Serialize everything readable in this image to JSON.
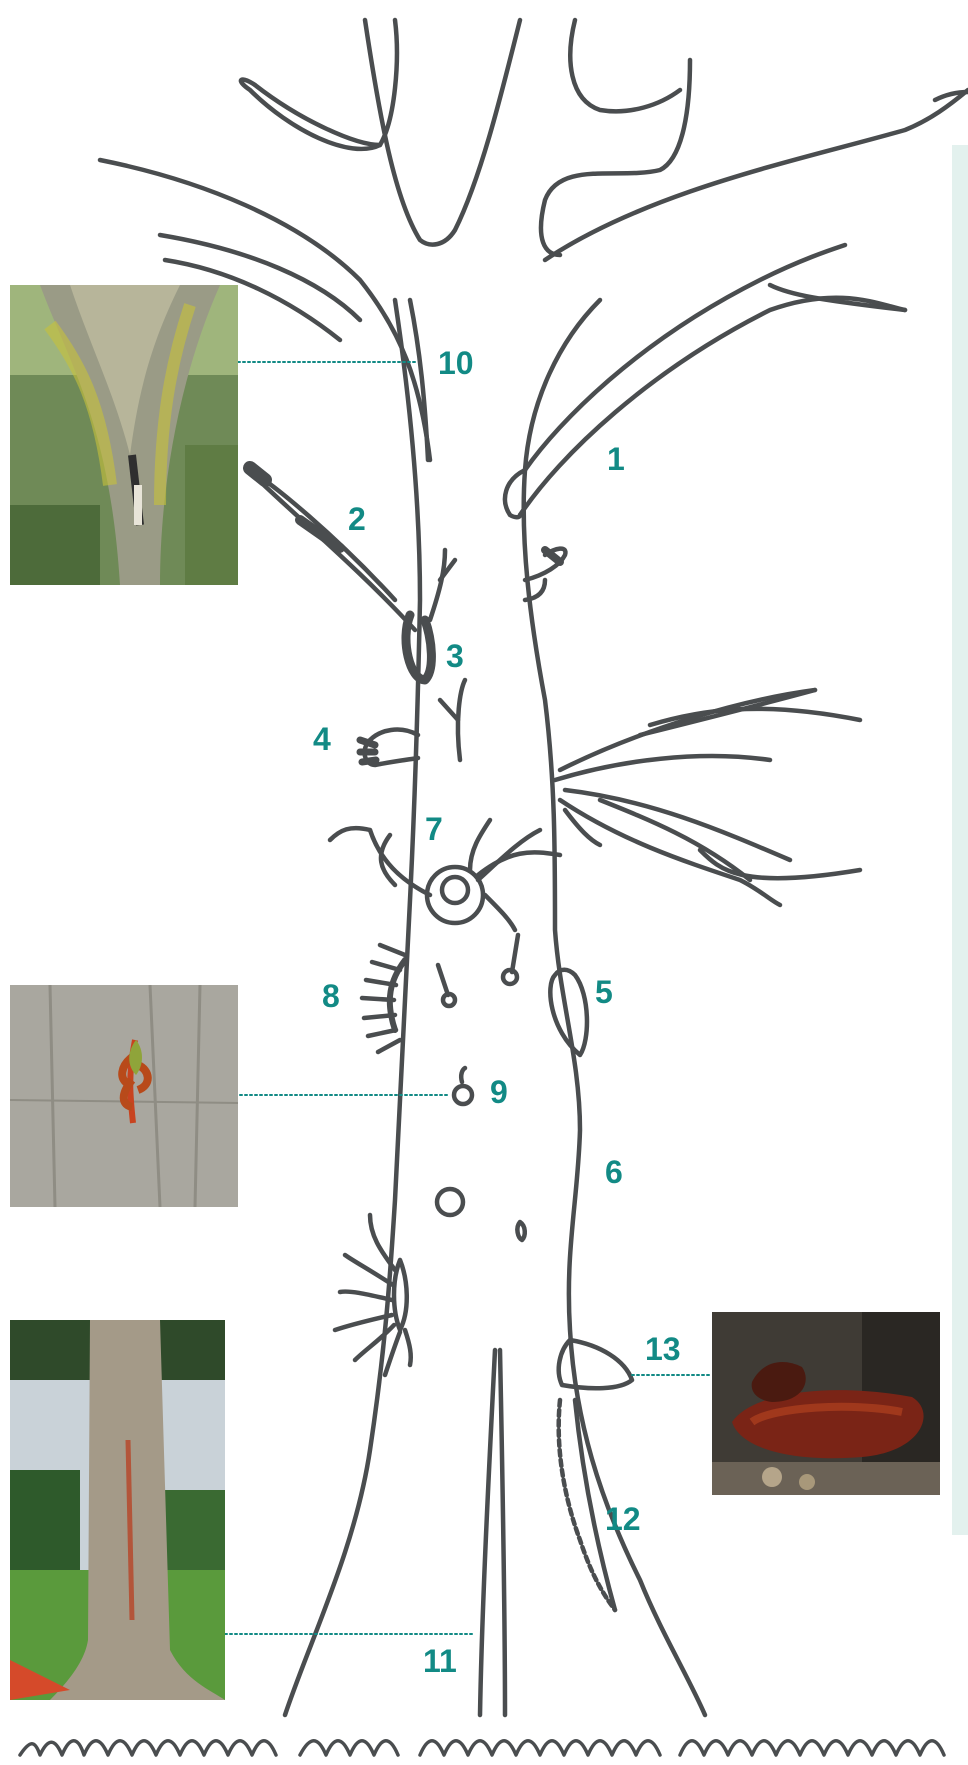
{
  "colors": {
    "ink": "#4a4d4f",
    "accent": "#128a85",
    "panel": "#e3f1ee"
  },
  "labels": {
    "n1": "1",
    "n2": "2",
    "n3": "3",
    "n4": "4",
    "n5": "5",
    "n6": "6",
    "n7": "7",
    "n8": "8",
    "n9": "9",
    "n10": "10",
    "n11": "11",
    "n12": "12",
    "n13": "13"
  },
  "photos": {
    "p10": "photo-forked-trunk-with-lichen",
    "p9": "photo-epicormic-shoot-on-bark",
    "p11": "photo-trunk-with-vertical-crack",
    "p13": "photo-bracket-fungus"
  }
}
